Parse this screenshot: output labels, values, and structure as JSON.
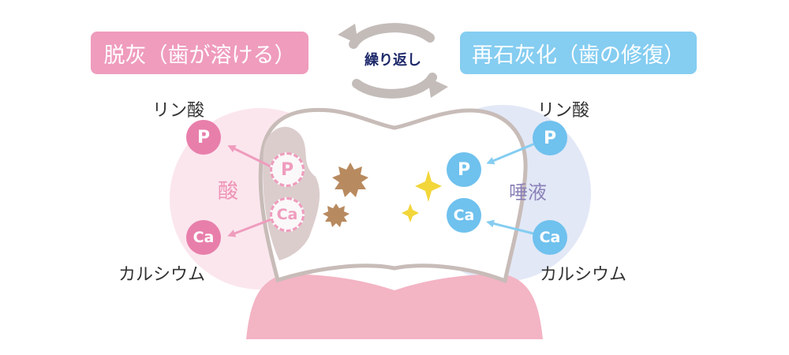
{
  "labels": {
    "demineralization": "脱灰（歯が溶ける）",
    "remineralization": "再石灰化（歯の修復）",
    "repeat": "繰り返し",
    "phosphate_left": "リン酸",
    "phosphate_right": "リン酸",
    "calcium_left": "カルシウム",
    "calcium_right": "カルシウム",
    "acid": "酸",
    "saliva": "唾液"
  },
  "ions": {
    "p_symbol": "P",
    "ca_symbol": "Ca"
  },
  "colors": {
    "demin_accent": "#ef9cbd",
    "remin_accent": "#85cdf1",
    "pink_ion": "#e87fab",
    "blue_ion": "#6fc1ee",
    "gum": "#f3b4c4",
    "tooth_outline": "#c8bcb8",
    "stain": "#b88a5f",
    "sparkle": "#f2d63a",
    "cycle_arrow": "#c3bcb9"
  },
  "icons": {
    "cycle": "cycle-arrows-icon",
    "stain": "stain-star-icon",
    "sparkle": "sparkle-icon"
  }
}
